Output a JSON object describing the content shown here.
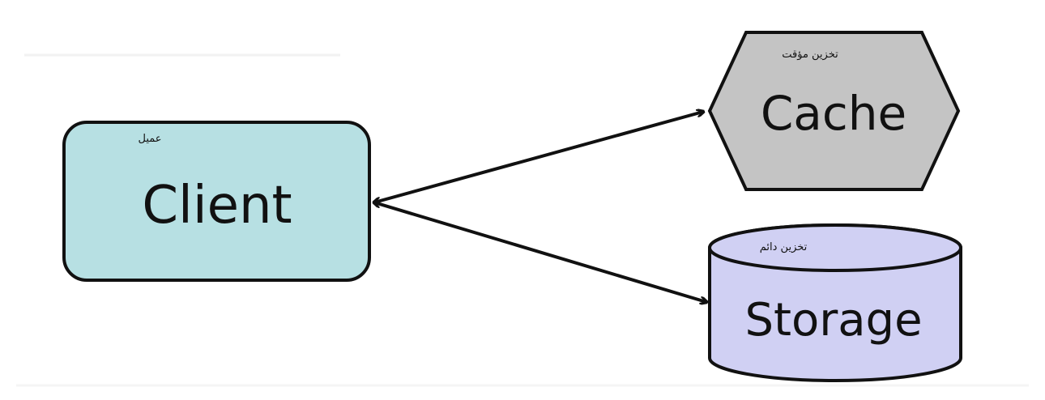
{
  "nodes": {
    "client": {
      "label": "Client",
      "sublabel": "عمیل",
      "fill": "#b7e0e3",
      "stroke": "#111111"
    },
    "cache": {
      "label": "Cache",
      "sublabel": "تخزين مؤقت",
      "fill": "#c4c4c4",
      "stroke": "#111111"
    },
    "storage": {
      "label": "Storage",
      "sublabel": "تخزين دائم",
      "fill": "#d0d0f3",
      "stroke": "#111111"
    }
  },
  "edges": [
    {
      "from": "client",
      "to": "cache",
      "direction": "bidirectional"
    },
    {
      "from": "client",
      "to": "storage",
      "direction": "bidirectional"
    }
  ]
}
